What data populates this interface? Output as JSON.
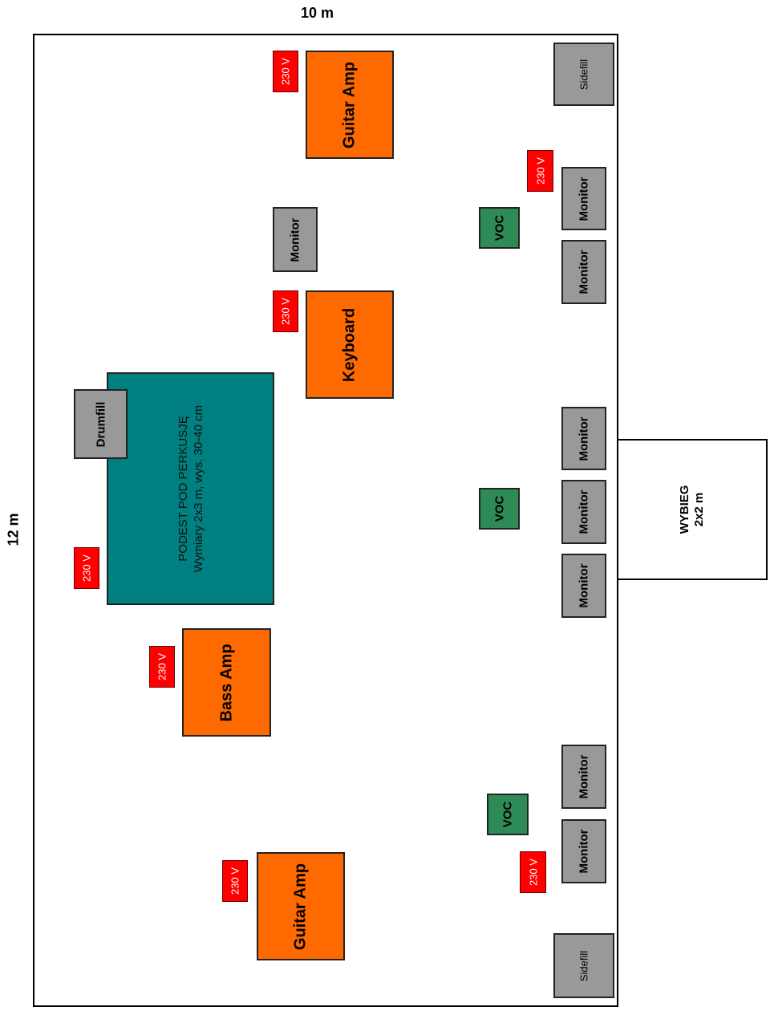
{
  "dimensions": {
    "width": "10 m",
    "height": "12 m"
  },
  "runway": {
    "line1": "WYBIEG",
    "line2": "2x2 m"
  },
  "riser": {
    "line1": "PODEST POD PERKUSJĘ",
    "line2": "Wymiary  2x3 m, wys. 30-40 cm"
  },
  "labels": {
    "guitar_amp": "Guitar Amp",
    "bass_amp": "Bass Amp",
    "keyboard": "Keyboard",
    "monitor": "Monitor",
    "sidefill": "Sidefill",
    "drumfill": "Drumfill",
    "voc": "VOC",
    "power": "230 V"
  },
  "colors": {
    "amp": "#ff6a00",
    "monitor": "#999999",
    "voc": "#2e8b57",
    "power": "#ff0000",
    "riser": "#008080"
  }
}
